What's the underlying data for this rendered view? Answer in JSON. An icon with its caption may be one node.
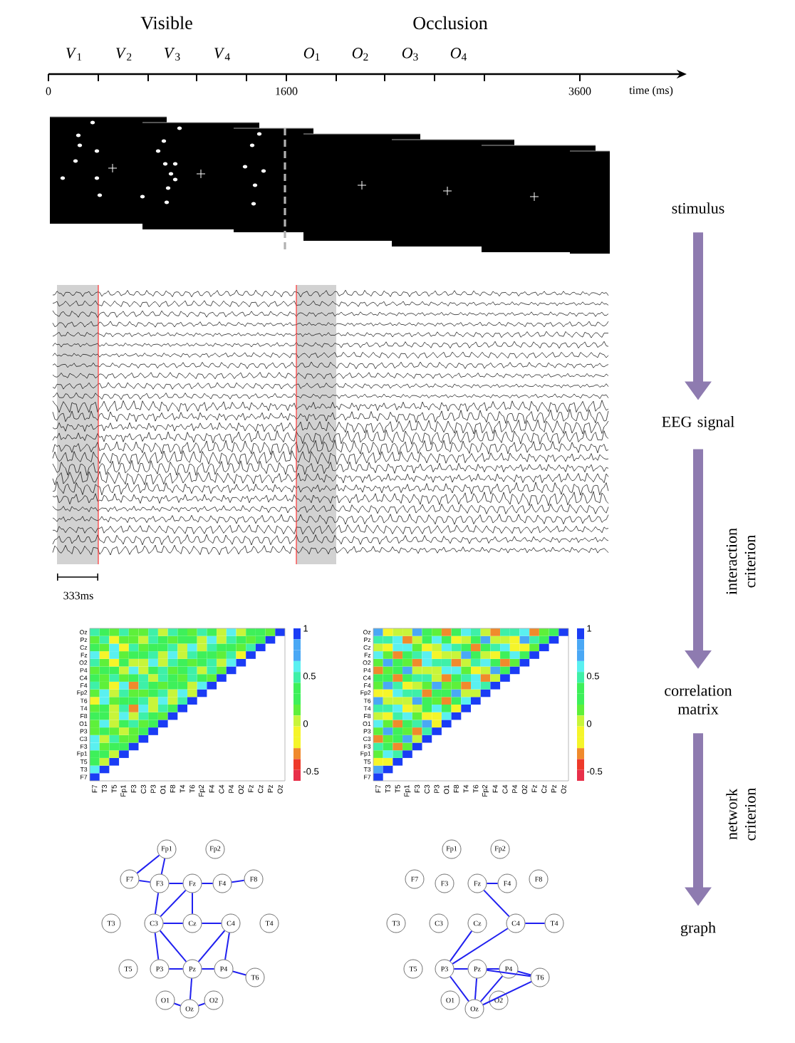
{
  "diagram": {
    "nodes": [
      {
        "text": [
          "stimulus"
        ]
      },
      {
        "text": [
          "EEG signal"
        ]
      },
      {
        "text": [
          "correlation matrix"
        ]
      },
      {
        "text": [
          "graph"
        ]
      },
      {
        "text": [
          "Fp1"
        ]
      },
      {
        "text": [
          "Fp2"
        ]
      },
      {
        "text": [
          "F7"
        ]
      },
      {
        "text": [
          "F3"
        ]
      },
      {
        "text": [
          "Fz"
        ]
      },
      {
        "text": [
          "F4"
        ]
      },
      {
        "text": [
          "F8"
        ]
      },
      {
        "text": [
          "T3"
        ]
      },
      {
        "text": [
          "C3"
        ]
      },
      {
        "text": [
          "Cz"
        ]
      },
      {
        "text": [
          "C4"
        ]
      },
      {
        "text": [
          "T4"
        ]
      },
      {
        "text": [
          "T5"
        ]
      },
      {
        "text": [
          "P3"
        ]
      },
      {
        "text": [
          "Pz"
        ]
      },
      {
        "text": [
          "P4"
        ]
      },
      {
        "text": [
          "T6"
        ]
      },
      {
        "text": [
          "O1"
        ]
      },
      {
        "text": [
          "Oz"
        ]
      },
      {
        "text": [
          "O2"
        ]
      },
      {
        "text": [
          "Fp1"
        ]
      },
      {
        "text": [
          "Fp2"
        ]
      },
      {
        "text": [
          "F7"
        ]
      },
      {
        "text": [
          "F3"
        ]
      },
      {
        "text": [
          "Fz"
        ]
      },
      {
        "text": [
          "F4"
        ]
      },
      {
        "text": [
          "F8"
        ]
      },
      {
        "text": [
          "T3"
        ]
      },
      {
        "text": [
          "C3"
        ]
      },
      {
        "text": [
          "Cz"
        ]
      },
      {
        "text": [
          "C4"
        ]
      },
      {
        "text": [
          "T4"
        ]
      },
      {
        "text": [
          "T5"
        ]
      },
      {
        "text": [
          "P3"
        ]
      },
      {
        "text": [
          "Pz"
        ]
      },
      {
        "text": [
          "P4"
        ]
      },
      {
        "text": [
          "T6"
        ]
      },
      {
        "text": [
          "O1"
        ]
      },
      {
        "text": [
          "Oz"
        ]
      },
      {
        "text": [
          "O2"
        ]
      }
    ],
    "edges": [
      {
        "from": 0,
        "to": 1,
        "arrow": "to",
        "style": "thick",
        "color": "#8e7bb0"
      },
      {
        "from": 1,
        "to": 2,
        "arrow": "to",
        "style": "thick",
        "color": "#8e7bb0",
        "label": "interaction criterion"
      },
      {
        "from": 2,
        "to": 3,
        "arrow": "to",
        "style": "thick",
        "color": "#8e7bb0",
        "label": "network criterion"
      },
      {
        "from": 4,
        "to": 6,
        "arrow": "none"
      },
      {
        "from": 4,
        "to": 7,
        "arrow": "none"
      },
      {
        "from": 6,
        "to": 7,
        "arrow": "none"
      },
      {
        "from": 7,
        "to": 8,
        "arrow": "none"
      },
      {
        "from": 8,
        "to": 9,
        "arrow": "none"
      },
      {
        "from": 9,
        "to": 10,
        "arrow": "none"
      },
      {
        "from": 7,
        "to": 12,
        "arrow": "none"
      },
      {
        "from": 8,
        "to": 12,
        "arrow": "none"
      },
      {
        "from": 8,
        "to": 13,
        "arrow": "none"
      },
      {
        "from": 12,
        "to": 13,
        "arrow": "none"
      },
      {
        "from": 13,
        "to": 14,
        "arrow": "none"
      },
      {
        "from": 12,
        "to": 18,
        "arrow": "none"
      },
      {
        "from": 12,
        "to": 17,
        "arrow": "none"
      },
      {
        "from": 17,
        "to": 18,
        "arrow": "none"
      },
      {
        "from": 18,
        "to": 19,
        "arrow": "none"
      },
      {
        "from": 18,
        "to": 14,
        "arrow": "none"
      },
      {
        "from": 14,
        "to": 19,
        "arrow": "none"
      },
      {
        "from": 19,
        "to": 20,
        "arrow": "none"
      },
      {
        "from": 18,
        "to": 22,
        "arrow": "none"
      },
      {
        "from": 21,
        "to": 22,
        "arrow": "none"
      },
      {
        "from": 22,
        "to": 23,
        "arrow": "none"
      },
      {
        "from": 28,
        "to": 29,
        "arrow": "none"
      },
      {
        "from": 28,
        "to": 34,
        "arrow": "none"
      },
      {
        "from": 34,
        "to": 35,
        "arrow": "none"
      },
      {
        "from": 33,
        "to": 37,
        "arrow": "none"
      },
      {
        "from": 34,
        "to": 37,
        "arrow": "none"
      },
      {
        "from": 37,
        "to": 38,
        "arrow": "none"
      },
      {
        "from": 38,
        "to": 39,
        "arrow": "none"
      },
      {
        "from": 38,
        "to": 40,
        "arrow": "none"
      },
      {
        "from": 39,
        "to": 40,
        "arrow": "none"
      },
      {
        "from": 37,
        "to": 42,
        "arrow": "none"
      },
      {
        "from": 38,
        "to": 42,
        "arrow": "none"
      },
      {
        "from": 39,
        "to": 42,
        "arrow": "none"
      },
      {
        "from": 42,
        "to": 40,
        "arrow": "none"
      }
    ],
    "labels": [
      "Visible",
      "Occlusion",
      "*V*$_{1}$",
      "*V*$_{2}$",
      "*V*$_{3}$",
      "*V*$_{4}$",
      "*O*$_{1}$",
      "*O*$_{2}$",
      "*O*$_{3}$",
      "*O*$_{4}$",
      "0",
      "1600",
      "3600",
      "time (ms)",
      "333ms",
      "Oz",
      "Pz",
      "Cz",
      "Fz",
      "O2",
      "P4",
      "C4",
      "F4",
      "Fp2",
      "T6",
      "T4",
      "F8",
      "O1",
      "P3",
      "C3",
      "F3",
      "Fp1",
      "T5",
      "T3",
      "F7",
      "F7",
      "T3",
      "T5",
      "Fp1",
      "F3",
      "C3",
      "P3",
      "O1",
      "F8",
      "T4",
      "T6",
      "Fp2",
      "F4",
      "C4",
      "P4",
      "O2",
      "Fz",
      "Cz",
      "Pz",
      "Oz",
      "1",
      "0.5",
      "0",
      "-0.5",
      "Oz",
      "Pz",
      "Cz",
      "Fz",
      "O2",
      "P4",
      "C4",
      "F4",
      "Fp2",
      "T6",
      "T4",
      "F8",
      "O1",
      "P3",
      "C3",
      "F3",
      "Fp1",
      "T5",
      "T3",
      "F7",
      "F7",
      "T3",
      "T5",
      "Fp1",
      "F3",
      "C3",
      "P3",
      "O1",
      "F8",
      "T4",
      "T6",
      "Fp2",
      "F4",
      "C4",
      "P4",
      "O2",
      "Fz",
      "Cz",
      "Pz",
      "Oz",
      "1",
      "0.5",
      "0",
      "-0.5"
    ]
  }
}
